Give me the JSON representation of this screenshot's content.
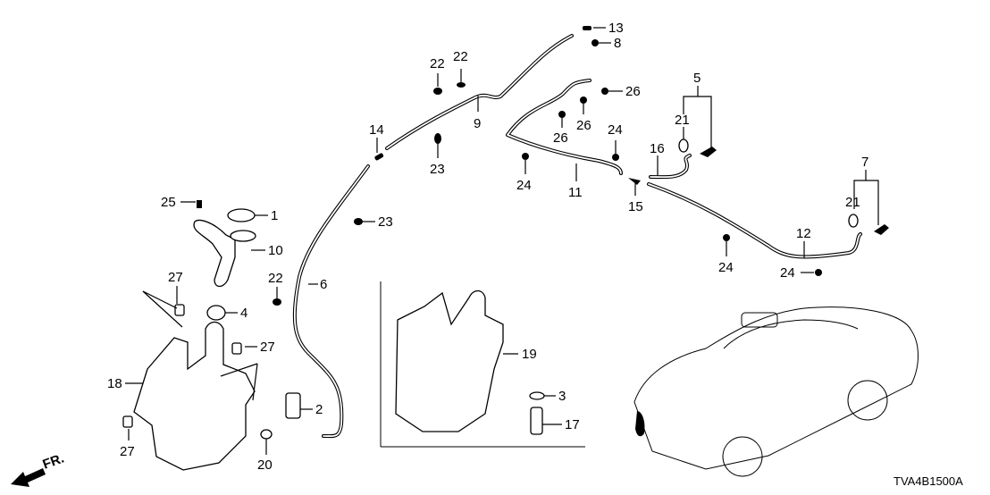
{
  "diagram": {
    "title": "Windshield Washer Parts Diagram",
    "code": "TVA4B1500A",
    "direction_label": "FR.",
    "callouts": [
      {
        "id": "c1",
        "label": "1",
        "part": "tank-cap"
      },
      {
        "id": "c2",
        "label": "2",
        "part": "washer-motor"
      },
      {
        "id": "c3",
        "label": "3",
        "part": "motor-grommet-inset"
      },
      {
        "id": "c4",
        "label": "4",
        "part": "neck-seal"
      },
      {
        "id": "c5",
        "label": "5",
        "part": "washer-nozzle-assy-left"
      },
      {
        "id": "c6",
        "label": "6",
        "part": "washer-tube"
      },
      {
        "id": "c7",
        "label": "7",
        "part": "washer-nozzle-assy-right"
      },
      {
        "id": "c8",
        "label": "8",
        "part": "clip"
      },
      {
        "id": "c9",
        "label": "9",
        "part": "washer-tube-upper"
      },
      {
        "id": "c10",
        "label": "10",
        "part": "filler-neck-mouth"
      },
      {
        "id": "c11",
        "label": "11",
        "part": "washer-tube-hood"
      },
      {
        "id": "c12",
        "label": "12",
        "part": "washer-tube-right"
      },
      {
        "id": "c13",
        "label": "13",
        "part": "joint"
      },
      {
        "id": "c14",
        "label": "14",
        "part": "joint"
      },
      {
        "id": "c15",
        "label": "15",
        "part": "three-way-joint"
      },
      {
        "id": "c16",
        "label": "16",
        "part": "washer-tube-left"
      },
      {
        "id": "c17",
        "label": "17",
        "part": "washer-motor-inset"
      },
      {
        "id": "c18",
        "label": "18",
        "part": "washer-tank"
      },
      {
        "id": "c19",
        "label": "19",
        "part": "washer-tank-inset"
      },
      {
        "id": "c20",
        "label": "20",
        "part": "motor-grommet"
      },
      {
        "id": "c21a",
        "label": "21",
        "part": "packing"
      },
      {
        "id": "c21b",
        "label": "21",
        "part": "packing"
      },
      {
        "id": "c22a",
        "label": "22",
        "part": "clip"
      },
      {
        "id": "c22b",
        "label": "22",
        "part": "clip"
      },
      {
        "id": "c22c",
        "label": "22",
        "part": "clip"
      },
      {
        "id": "c23a",
        "label": "23",
        "part": "clip"
      },
      {
        "id": "c23b",
        "label": "23",
        "part": "clip"
      },
      {
        "id": "c24a",
        "label": "24",
        "part": "clip"
      },
      {
        "id": "c24b",
        "label": "24",
        "part": "clip"
      },
      {
        "id": "c24c",
        "label": "24",
        "part": "clip"
      },
      {
        "id": "c24d",
        "label": "24",
        "part": "clip"
      },
      {
        "id": "c25",
        "label": "25",
        "part": "screw"
      },
      {
        "id": "c26a",
        "label": "26",
        "part": "clip"
      },
      {
        "id": "c26b",
        "label": "26",
        "part": "clip"
      },
      {
        "id": "c26c",
        "label": "26",
        "part": "clip"
      },
      {
        "id": "c27a",
        "label": "27",
        "part": "bolt"
      },
      {
        "id": "c27b",
        "label": "27",
        "part": "bolt"
      },
      {
        "id": "c27c",
        "label": "27",
        "part": "bolt"
      }
    ]
  }
}
